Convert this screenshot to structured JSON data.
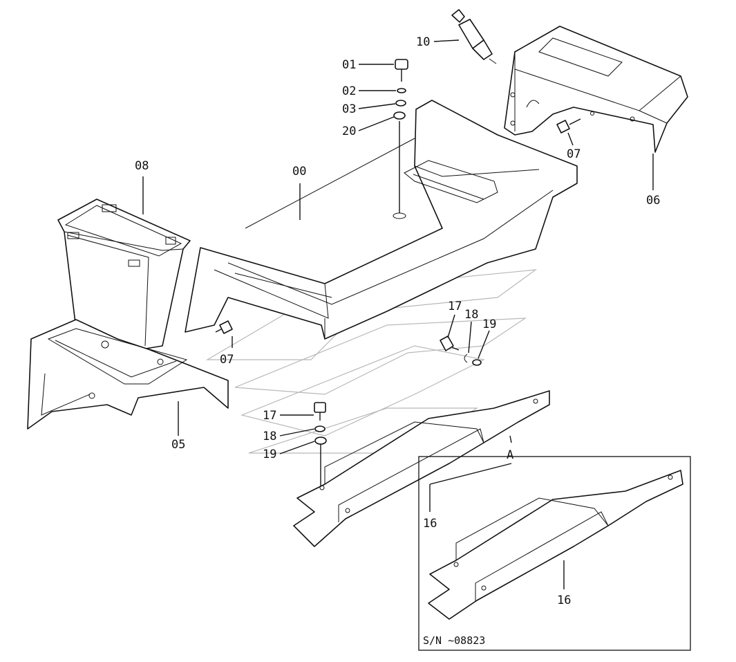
{
  "diagram": {
    "labels": {
      "p00": "00",
      "p01": "01",
      "p02": "02",
      "p03": "03",
      "p20": "20",
      "p10": "10",
      "p06": "06",
      "p07a": "07",
      "p07b": "07",
      "p08": "08",
      "p05": "05",
      "p17a": "17",
      "p18a": "18",
      "p19a": "19",
      "p17b": "17",
      "p18b": "18",
      "p19b": "19",
      "p16a": "16",
      "p16b": "16",
      "pA": "A"
    },
    "inset_caption": "S/N ~08823"
  }
}
